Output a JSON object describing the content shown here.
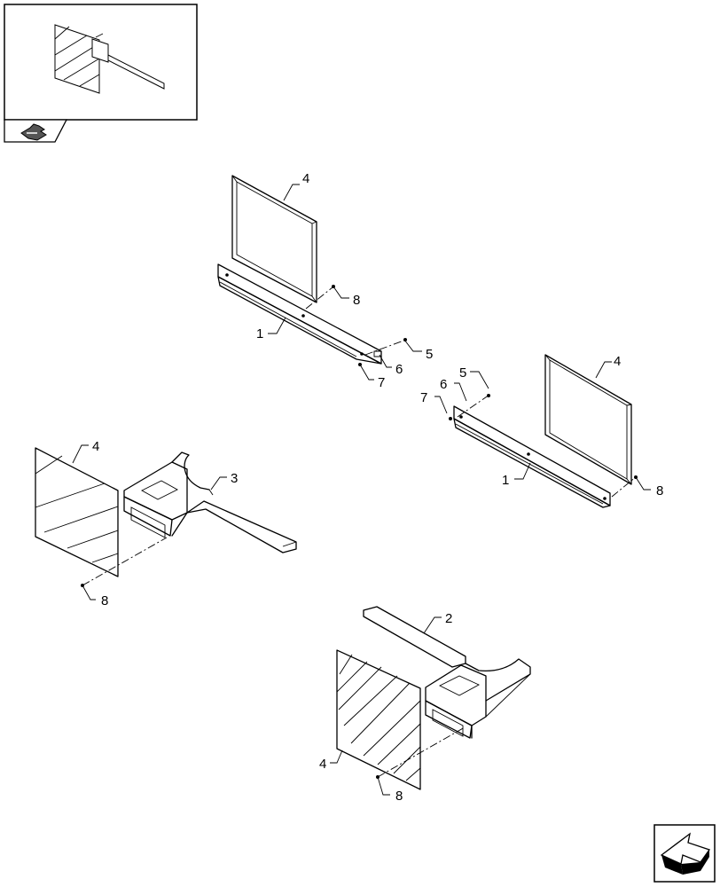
{
  "callouts": {
    "c4_top": "4",
    "c8_top": "8",
    "c1_left": "1",
    "c5_left": "5",
    "c6_left": "6",
    "c7_left": "7",
    "c4_right": "4",
    "c5_right": "5",
    "c6_right": "6",
    "c7_right": "7",
    "c1_right": "1",
    "c8_right": "8",
    "c4_midleft": "4",
    "c3_midleft": "3",
    "c8_midleft": "8",
    "c2_bottom": "2",
    "c4_bottom": "4",
    "c8_bottom": "8"
  },
  "icons": {
    "thumbnail_nav": "arrow-hand-icon",
    "next_page": "next-page-arrow-icon"
  }
}
